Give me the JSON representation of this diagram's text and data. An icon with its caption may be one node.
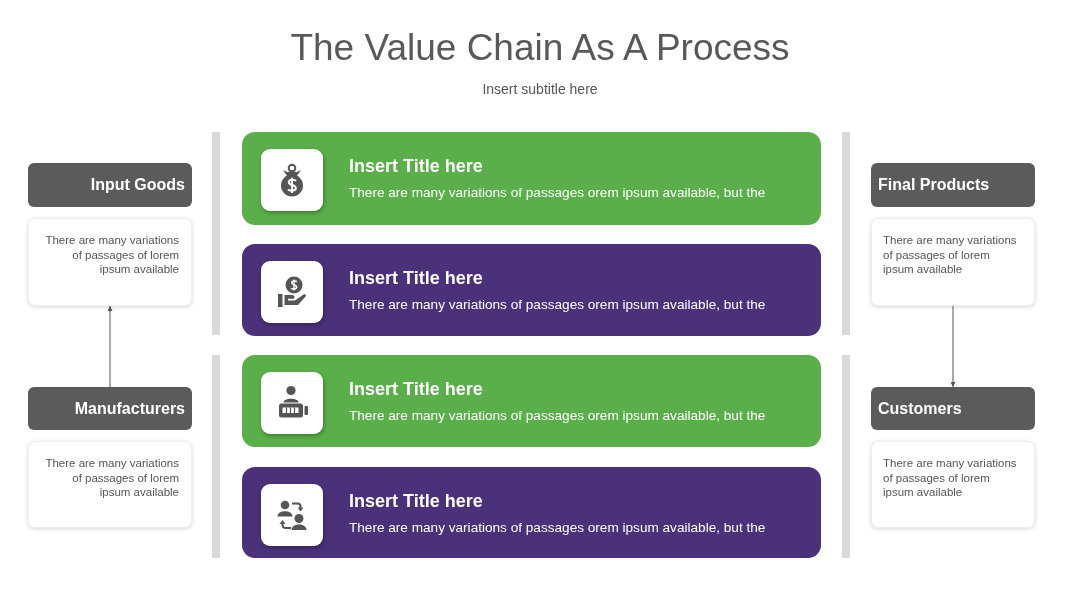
{
  "diagram": {
    "title": "The Value Chain As A Process",
    "nodes": [
      {
        "text": [
          "Input Goods"
        ]
      },
      {
        "text": [
          "There are many variations of passages of lorem ipsum available"
        ]
      },
      {
        "text": [
          "Manufacturers"
        ]
      },
      {
        "text": [
          "There are many variations of passages of lorem ipsum available"
        ]
      },
      {
        "text": [
          "Insert Title here",
          "There are many variations of passages orem ipsum available, but the"
        ]
      },
      {
        "text": [
          "Insert Title here",
          "There are many variations of passages orem ipsum available, but the"
        ]
      },
      {
        "text": [
          "Insert Title here",
          "There are many variations of passages orem ipsum available, but the"
        ]
      },
      {
        "text": [
          "Insert Title here",
          "There are many variations of passages orem ipsum available, but the"
        ]
      },
      {
        "text": [
          "Final Products"
        ]
      },
      {
        "text": [
          "There are many variations of passages of lorem ipsum available"
        ]
      },
      {
        "text": [
          "Customers"
        ]
      },
      {
        "text": [
          "There are many variations of passages of lorem ipsum available"
        ]
      }
    ],
    "edges": [
      {
        "from": 2,
        "to": 1,
        "arrow": "to"
      },
      {
        "from": 9,
        "to": 10,
        "arrow": "to"
      }
    ],
    "labels": [
      "Insert subtitle here"
    ]
  }
}
